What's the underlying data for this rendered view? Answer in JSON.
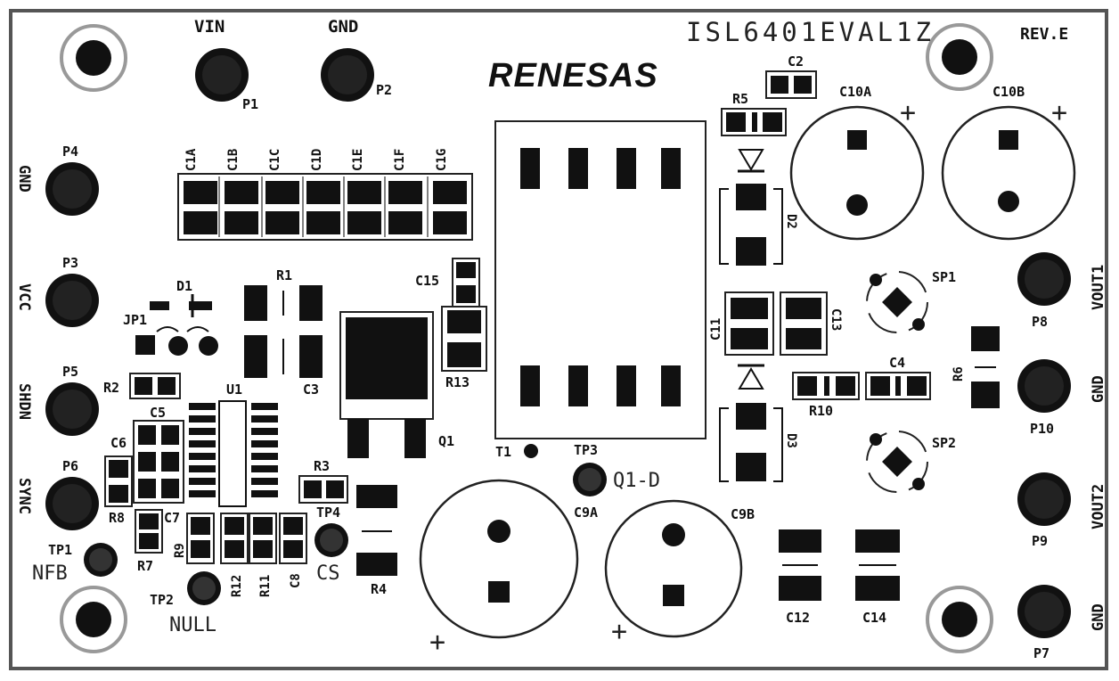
{
  "board": {
    "part_number": "ISL6401EVAL1Z",
    "revision": "REV.E",
    "logo_text": "RENESAS"
  },
  "labels": {
    "vin": "VIN",
    "gnd_top": "GND",
    "p1": "P1",
    "p2": "P2",
    "p4": "P4",
    "gnd_left": "GND",
    "p3": "P3",
    "vcc": "VCC",
    "p5": "P5",
    "shdn": "SHDN",
    "p6": "P6",
    "sync": "SYNC",
    "tp1": "TP1",
    "nfb": "NFB",
    "tp2": "TP2",
    "null": "NULL",
    "tp3": "TP3",
    "q1d": "Q1-D",
    "tp4": "TP4",
    "cs": "CS",
    "t1": "T1",
    "c1a": "C1A",
    "c1b": "C1B",
    "c1c": "C1C",
    "c1d": "C1D",
    "c1e": "C1E",
    "c1f": "C1F",
    "c1g": "C1G",
    "d1": "D1",
    "jp1": "JP1",
    "r1": "R1",
    "c3": "C3",
    "r2": "R2",
    "u1": "U1",
    "c5": "C5",
    "c6": "C6",
    "c7": "C7",
    "r8": "R8",
    "r7": "R7",
    "r9": "R9",
    "r12": "R12",
    "r11": "R11",
    "c8": "C8",
    "r3": "R3",
    "r4": "R4",
    "q1": "Q1",
    "c15": "C15",
    "r13": "R13",
    "c2": "C2",
    "r5": "R5",
    "d2": "D2",
    "d3": "D3",
    "c11": "C11",
    "c13": "C13",
    "r10": "R10",
    "c4": "C4",
    "c10a": "C10A",
    "c10b": "C10B",
    "sp1": "SP1",
    "sp2": "SP2",
    "r6": "R6",
    "c9a": "C9A",
    "c9b": "C9B",
    "c12": "C12",
    "c14": "C14",
    "vout1": "VOUT1",
    "p8": "P8",
    "gnd_r1": "GND",
    "p10": "P10",
    "vout2": "VOUT2",
    "p9": "P9",
    "gnd_r2": "GND",
    "p7": "P7"
  }
}
